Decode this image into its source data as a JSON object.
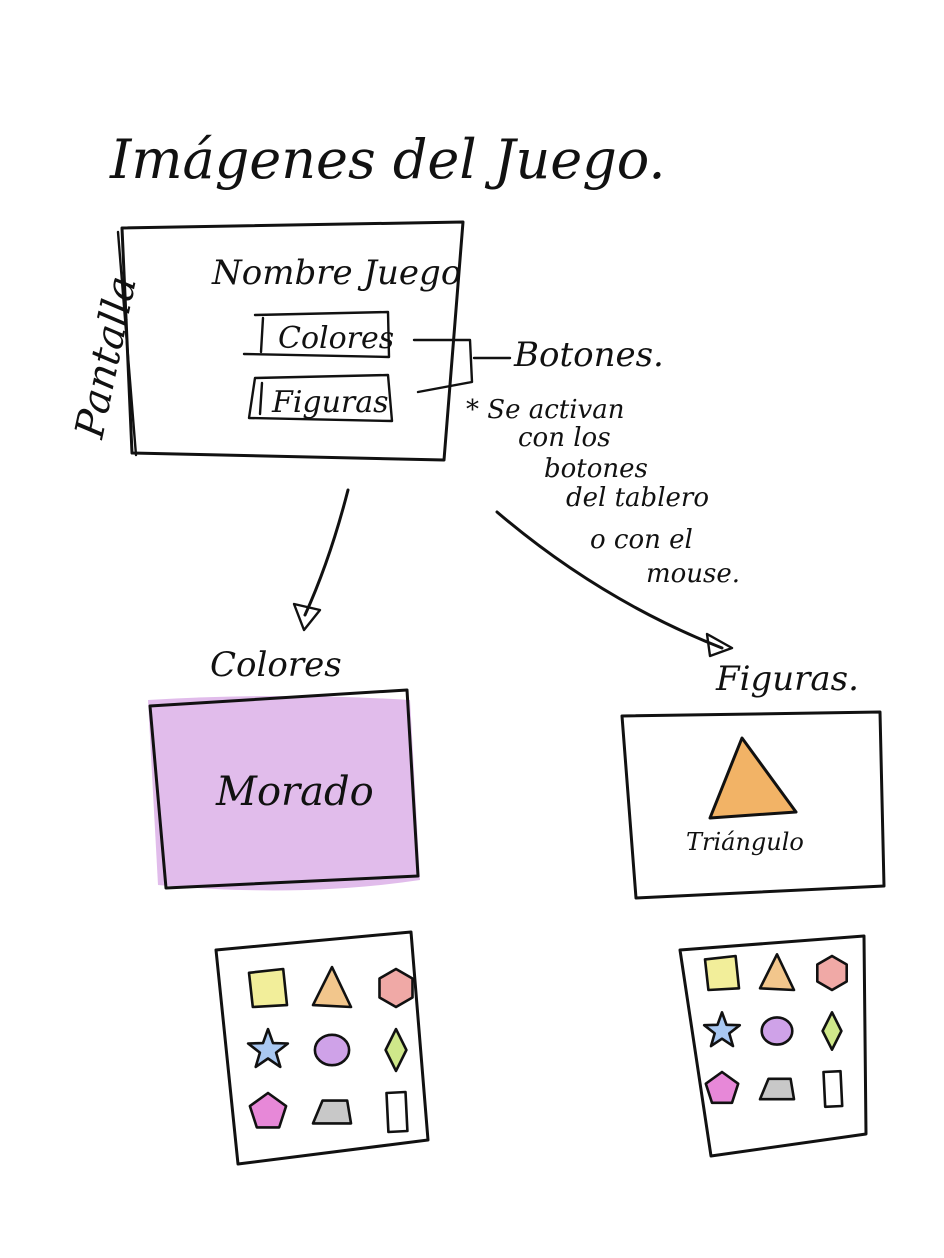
{
  "title": "Imágenes del Juego.",
  "pantalla": {
    "side_label": "Pantalla",
    "game_name": "Nombre Juego",
    "buttons": [
      "Colores",
      "Figuras"
    ]
  },
  "botones_note": {
    "label": "Botones.",
    "detail_lines": [
      "* Se activan",
      "con los",
      "botones",
      "del tablero",
      "o con el",
      "mouse."
    ]
  },
  "colores_screen": {
    "label": "Colores",
    "color_name": "Morado",
    "fill_color": "#dfb8ea"
  },
  "figuras_screen": {
    "label": "Figuras.",
    "shape_name": "Triángulo",
    "shape_color": "#f2b366"
  },
  "board_colors": {
    "shape_fills": [
      "#f2ee9a",
      "#f2c68c",
      "#f0a9a6",
      "#a9c8f2",
      "#cfa2e8",
      "#cfe88a",
      "#e788d8",
      "#c8c8c8",
      "#ffffff"
    ]
  }
}
